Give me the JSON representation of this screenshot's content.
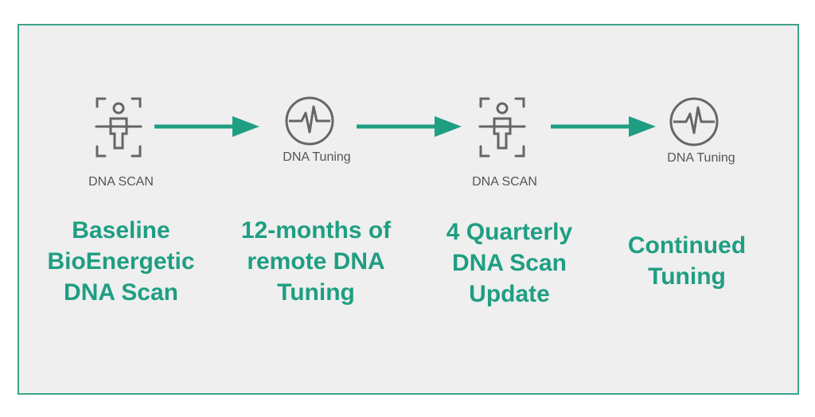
{
  "accent_color": "#1f9e82",
  "steps": [
    {
      "icon": "body-scan-icon",
      "caption": "DNA SCAN",
      "title": "Baseline\nBioEnergetic\nDNA Scan"
    },
    {
      "icon": "pulse-icon",
      "caption": "DNA Tuning",
      "title": "12-months of\nremote DNA\nTuning"
    },
    {
      "icon": "body-scan-icon",
      "caption": "DNA SCAN",
      "title": "4 Quarterly\nDNA Scan\nUpdate"
    },
    {
      "icon": "pulse-icon",
      "caption": "DNA Tuning",
      "title": "Continued\nTuning"
    }
  ]
}
